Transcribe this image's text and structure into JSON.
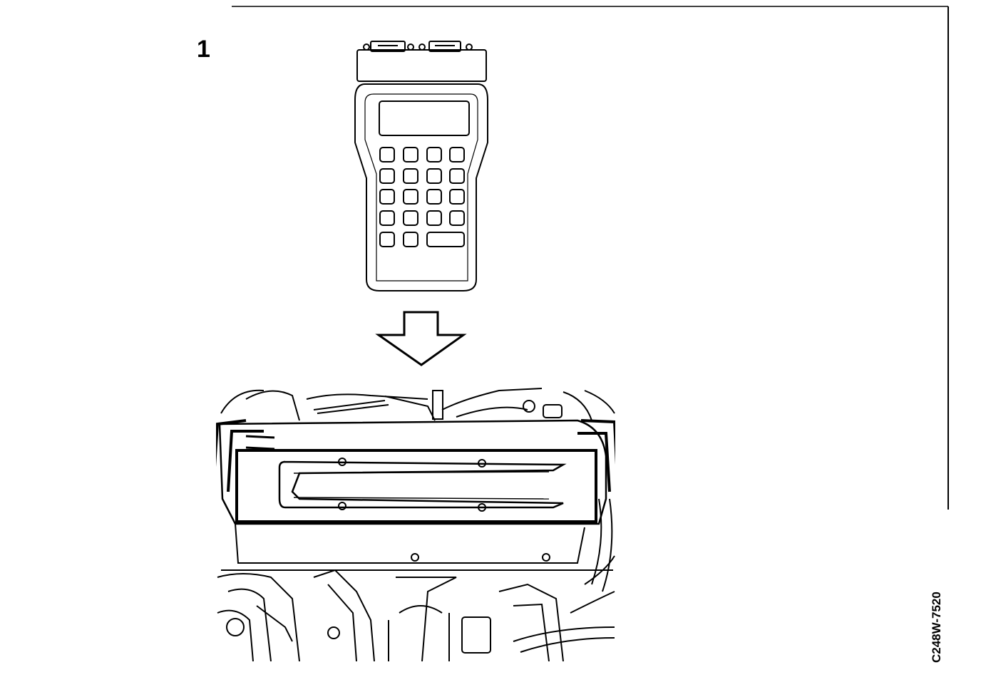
{
  "step": {
    "number": "1"
  },
  "figure": {
    "code": "C248W-7520"
  },
  "icons": {
    "tester": "handheld-diagnostic-tester-icon",
    "arrow": "arrow-down-icon",
    "engine": "engine-compartment-illustration"
  },
  "colors": {
    "ink": "#000000",
    "paper": "#ffffff"
  }
}
